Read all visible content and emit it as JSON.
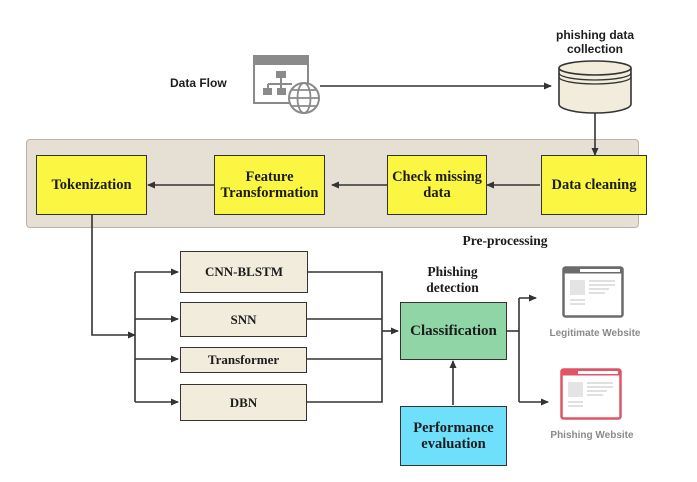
{
  "labels": {
    "data_flow": "Data Flow",
    "data_collection": "phishing data collection",
    "pre_processing": "Pre-processing",
    "phishing_detection": "Phishing detection"
  },
  "preprocessing_steps": [
    {
      "id": "data-cleaning",
      "label": "Data cleaning"
    },
    {
      "id": "check-missing-data",
      "label": "Check missing data"
    },
    {
      "id": "feature-transformation",
      "label": "Feature Transformation"
    },
    {
      "id": "tokenization",
      "label": "Tokenization"
    }
  ],
  "models": [
    {
      "id": "cnn-blstm",
      "label": "CNN-BLSTM"
    },
    {
      "id": "snn",
      "label": "SNN"
    },
    {
      "id": "transformer",
      "label": "Transformer"
    },
    {
      "id": "dbn",
      "label": "DBN"
    }
  ],
  "classification": {
    "label": "Classification"
  },
  "performance": {
    "label": "Performance evaluation"
  },
  "outputs": [
    {
      "id": "legitimate",
      "label": "Legitimate Website",
      "color": "#6b6b6b"
    },
    {
      "id": "phishing",
      "label": "Phishing Website",
      "color": "#e05565"
    }
  ],
  "icons": {
    "data_flow": "network-globe-icon",
    "database": "database-icon",
    "legitimate": "browser-window-icon",
    "phishing": "browser-window-icon"
  },
  "colors": {
    "preprocess_box": "#fbf641",
    "model_box": "#f2ecdc",
    "classification_box": "#8fd5a6",
    "performance_box": "#6fe0fb",
    "panel": "#e6dfd3"
  }
}
